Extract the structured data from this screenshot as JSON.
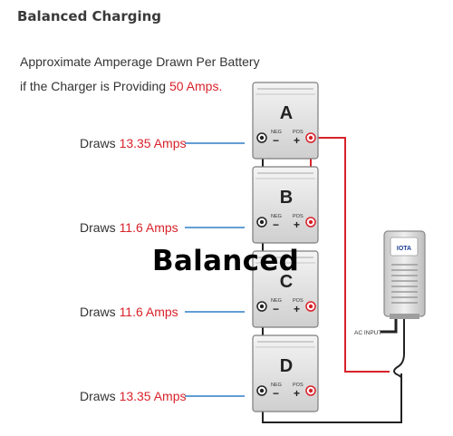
{
  "page_title": "Balanced Charging",
  "diagram": {
    "heading_line1": "Approximate Amperage Drawn Per Battery",
    "heading_line2_prefix": "if the Charger is Providing ",
    "heading_line2_value": "50 Amps.",
    "draw_prefix": "Draws ",
    "terminal_neg_label": "NEG",
    "terminal_pos_label": "POS",
    "neg_symbol": "−",
    "pos_symbol": "+",
    "batteries": [
      {
        "letter": "A",
        "amps": "13.35 Amps"
      },
      {
        "letter": "B",
        "amps": "11.6 Amps"
      },
      {
        "letter": "C",
        "amps": "11.6 Amps"
      },
      {
        "letter": "D",
        "amps": "13.35 Amps"
      }
    ],
    "charger_logo": "IOTA",
    "ac_input_label": "AC INPUT",
    "colors": {
      "highlight_red": "#d8222a",
      "leader_blue": "#2f7fc7",
      "wire_red": "#d8222a",
      "wire_black": "#222222"
    }
  },
  "overlay_label": "Balanced"
}
